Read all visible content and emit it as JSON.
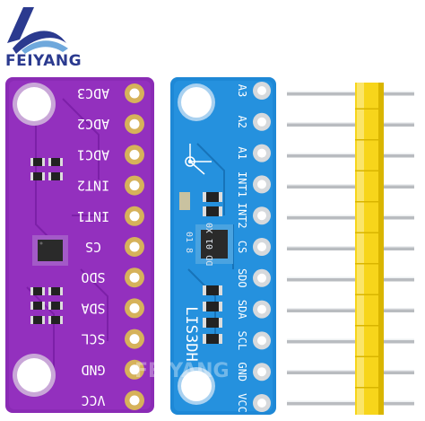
{
  "brand": {
    "name": "FEIYANG",
    "watermark": "FEIYANG"
  },
  "purple_board": {
    "color": "#8a2bb5",
    "pins": [
      "ADC3",
      "ADC2",
      "ADC1",
      "INT2",
      "INT1",
      "CS",
      "SDO",
      "SDA",
      "SCL",
      "GND",
      "VCC"
    ]
  },
  "blue_board": {
    "color": "#1e88d6",
    "pins": [
      "A3",
      "A2",
      "A1",
      "INT1",
      "INT2",
      "CS",
      "SDO",
      "SDA",
      "SCL",
      "GND",
      "VCC"
    ],
    "model": "LIS3DH",
    "chip_marking_1": "DD 01 X0",
    "chip_marking_2": "01 8"
  },
  "header_pins": {
    "color": "#f7d51b",
    "count": 11
  }
}
